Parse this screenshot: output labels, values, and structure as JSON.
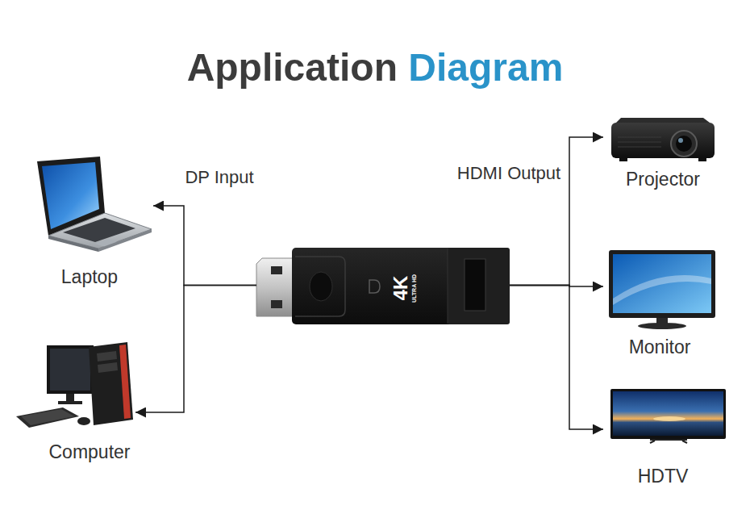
{
  "diagram": {
    "title": "Application Diagram",
    "nodes": [
      {
        "text": [
          "Laptop"
        ]
      },
      {
        "text": [
          "Computer"
        ]
      },
      {
        "text": [
          "4K",
          "ULTRA HD"
        ]
      },
      {
        "text": [
          "Projector"
        ]
      },
      {
        "text": [
          "Monitor"
        ]
      },
      {
        "text": [
          "HDTV"
        ]
      }
    ],
    "edges": [
      {
        "from": 2,
        "to": 0,
        "arrow": "to"
      },
      {
        "from": 2,
        "to": 1,
        "arrow": "to"
      },
      {
        "from": 2,
        "to": 3,
        "arrow": "to"
      },
      {
        "from": 2,
        "to": 4,
        "arrow": "to"
      },
      {
        "from": 2,
        "to": 5,
        "arrow": "to"
      }
    ],
    "labels": [
      "DP Input",
      "HDMI Output"
    ]
  }
}
